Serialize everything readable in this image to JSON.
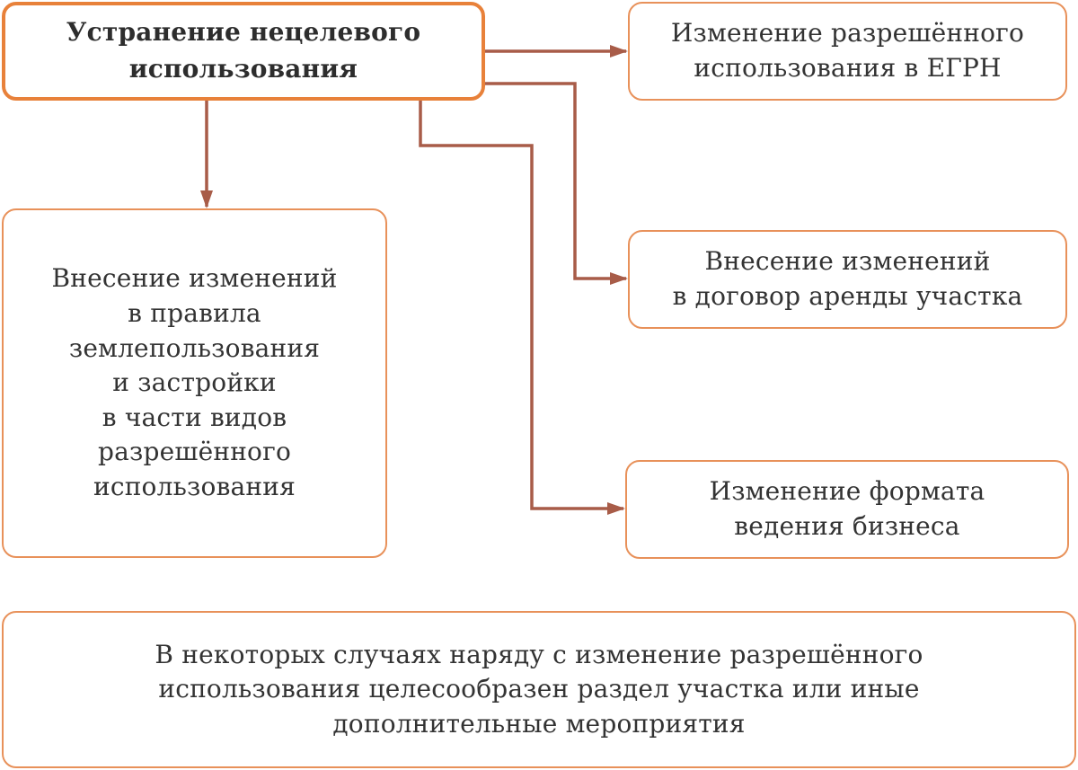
{
  "diagram": {
    "main_node": {
      "text": "Устранение нецелевого\nиспользования"
    },
    "nodes": [
      {
        "id": "egrn",
        "text": "Изменение разрешённого\nиспользования в ЕГРН"
      },
      {
        "id": "lease",
        "text": "Внесение изменений\nв договор аренды участка"
      },
      {
        "id": "business",
        "text": "Изменение формата\nведения бизнеса"
      },
      {
        "id": "rules",
        "text": "Внесение изменений\nв правила\nземлепользования\nи застройки\nв части видов\nразрешённого\nиспользования"
      }
    ],
    "note": {
      "text": "В некоторых случаях наряду с изменение  разрешённого\nиспользования целесообразен раздел участка или иные\nдополнительные мероприятия"
    },
    "colors": {
      "main_border": "#e8813a",
      "box_border": "#e8915a",
      "connector": "#a85c48",
      "text": "#333333"
    }
  }
}
